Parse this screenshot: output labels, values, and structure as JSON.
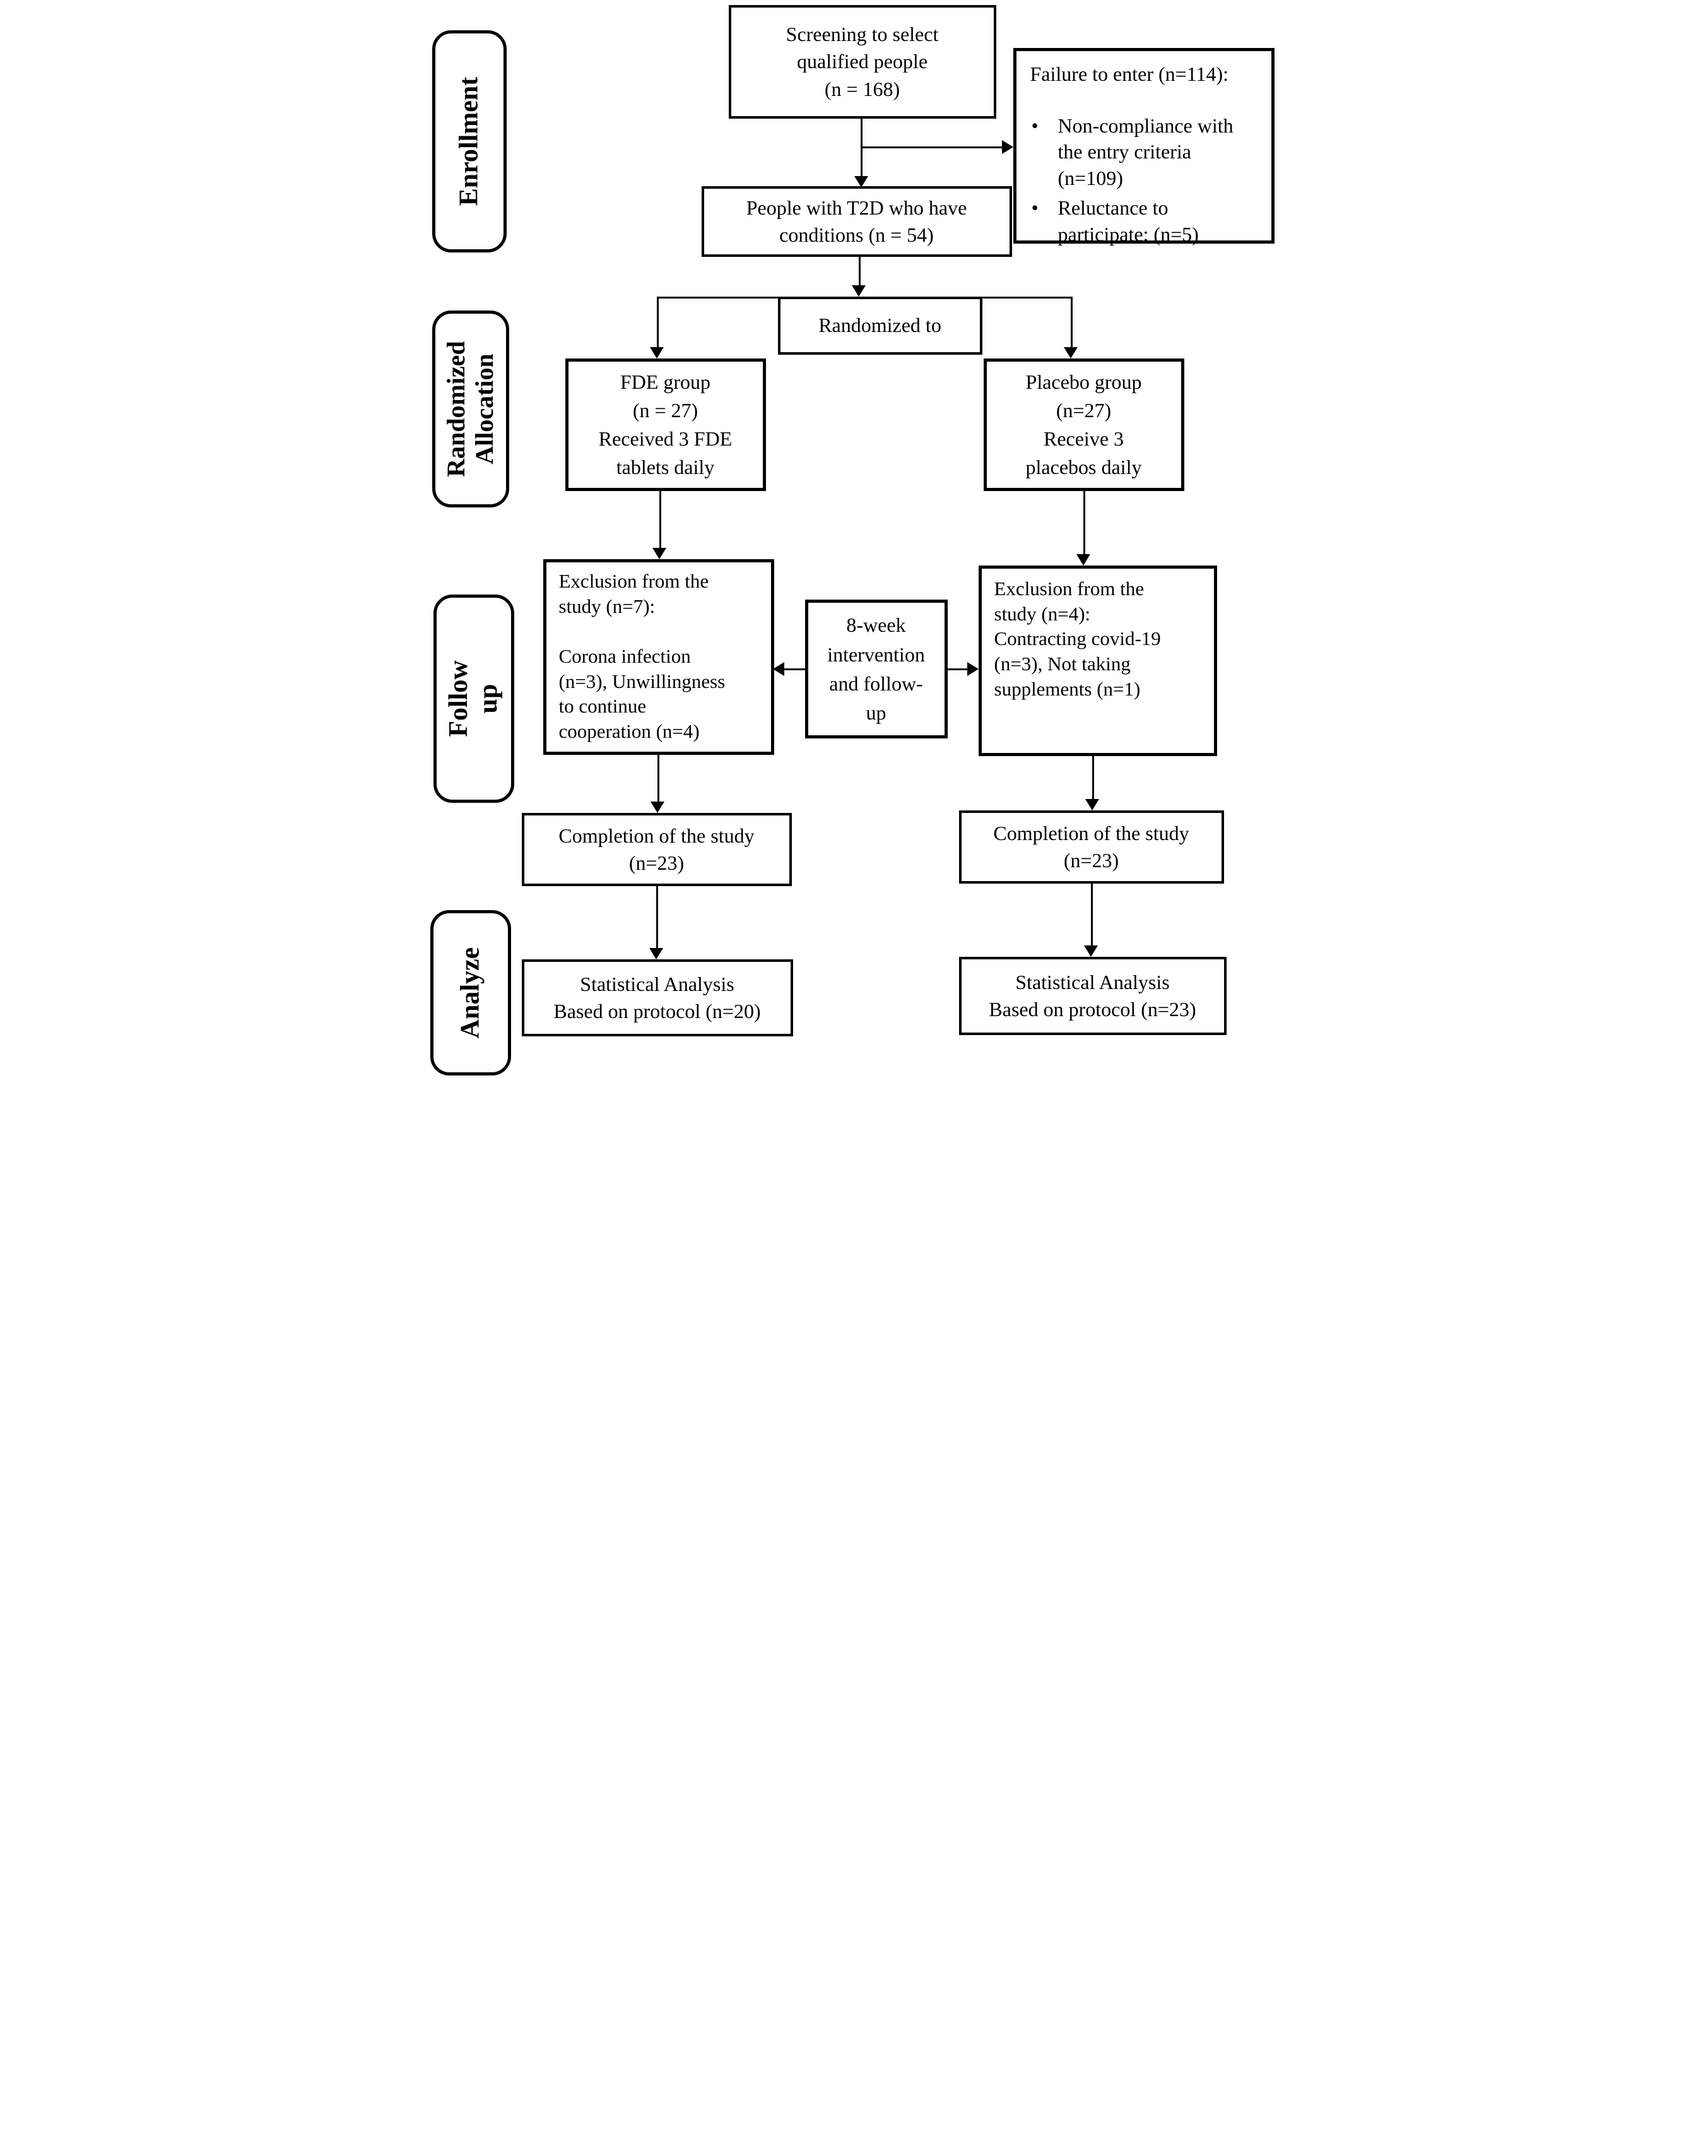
{
  "stages": {
    "enrollment": "Enrollment",
    "randomized_allocation": "Randomized\nAllocation",
    "follow_up": "Follow up",
    "analyze": "Analyze"
  },
  "boxes": {
    "screening": "Screening to select\nqualified people\n(n = 168)",
    "failure_title": "Failure to enter (n=114):",
    "failure_items": [
      "Non-compliance with the entry criteria (n=109)",
      "Reluctance to participate: (n=5)"
    ],
    "bullet": "•",
    "people": "People with T2D who have\nconditions (n = 54)",
    "randomized_to": "Randomized to",
    "fde_group": "FDE group\n(n = 27)\nReceived 3 FDE\ntablets daily",
    "placebo_group": "Placebo group\n(n=27)\nReceive 3\nplacebos daily",
    "exclusion_fde": "Exclusion from the\nstudy (n=7):\n\nCorona infection\n(n=3), Unwillingness\nto continue\ncooperation (n=4)",
    "intervention": "8-week\nintervention\nand follow-\nup",
    "exclusion_placebo": "Exclusion from the\nstudy (n=4):\nContracting covid-19\n(n=3), Not taking\nsupplements (n=1)",
    "completion_fde": "Completion of the study\n(n=23)",
    "completion_placebo": "Completion of the study\n(n=23)",
    "analysis_fde": "Statistical Analysis\nBased on protocol (n=20)",
    "analysis_placebo": "Statistical Analysis\nBased on protocol (n=23)"
  }
}
